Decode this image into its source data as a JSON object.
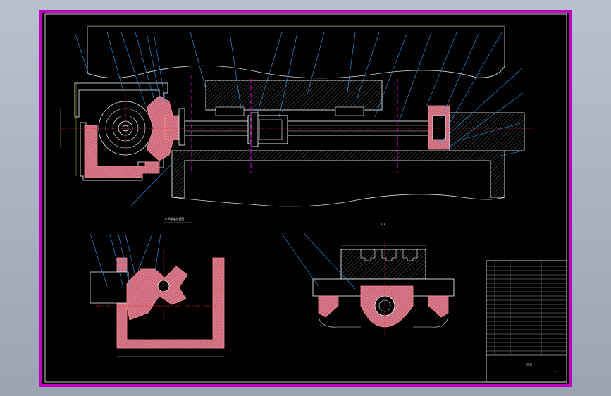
{
  "colors": {
    "background": "#b0b8c4",
    "canvas": "#000000",
    "frame": "#c000c0",
    "outline": "#ffffff",
    "hatch": "#ff7a7a",
    "hatch_fill": "#d07b8c",
    "leader": "#2fa0ff",
    "centerline": "#ff2020",
    "dimension": "#ffff40",
    "axis_dash": "#c000c0"
  },
  "captions": {
    "section_left": "A-A局部剖视图",
    "section_right": "B-B"
  },
  "title_block": {
    "label_main": "装配图",
    "label_scale": "1:2"
  }
}
